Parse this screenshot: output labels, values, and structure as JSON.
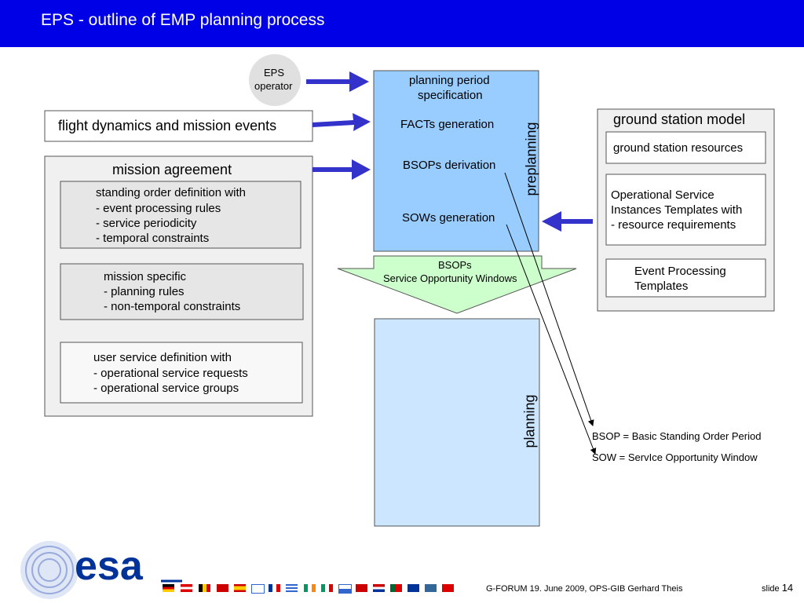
{
  "title": "EPS  -  outline of EMP planning process",
  "eps_operator": {
    "line1": "EPS",
    "line2": "operator"
  },
  "flight_dynamics": "flight dynamics and mission events",
  "mission_agreement": {
    "heading": "mission agreement",
    "standing_order": {
      "title": "standing order definition",
      "suffix": " with",
      "items": [
        "- event processing rules",
        "- service periodicity",
        "- temporal constraints"
      ]
    },
    "mission_specific": {
      "title": "mission specific",
      "items": [
        "- planning rules",
        "- non-temporal constraints"
      ]
    },
    "user_service": {
      "title": "user service definition",
      "suffix": " with",
      "items": [
        "- operational service requests",
        "- operational service groups"
      ]
    }
  },
  "preplanning": {
    "vertical_label": "preplanning",
    "steps": [
      "planning period",
      "specification",
      "FACTs generation",
      "BSOPs derivation",
      "SOWs generation"
    ]
  },
  "output_arrow": {
    "line1": "BSOPs",
    "line2": "Service Opportunity Windows"
  },
  "planning": {
    "vertical_label": "planning"
  },
  "ground_station_model": {
    "heading": "ground station model",
    "resources": "ground station resources",
    "templates": {
      "line1": "Operational Service",
      "line2": "Instances Templates",
      "suffix": " with",
      "line3": "- resource requirements"
    },
    "event_processing": {
      "line1": "Event Processing",
      "line2": "Templates"
    }
  },
  "legend": {
    "bsop": "BSOP = Basic Standing Order Period",
    "sow": "SOW   = ServIce Opportunity Window"
  },
  "footer": {
    "logo_text": "esa",
    "event": "G-FORUM  19. June 2009, OPS-GIB Gerhard Theis",
    "slide_prefix": "slide",
    "slide_number": "14"
  },
  "colors": {
    "title_bar": "#0000e6",
    "preplanning_fill": "#99ccff",
    "planning_fill": "#cce6ff",
    "output_arrow_fill": "#ccffcc",
    "input_arrow": "#3333cc",
    "panel_fill": "#eeeeee",
    "esa_logo": "#003399"
  }
}
